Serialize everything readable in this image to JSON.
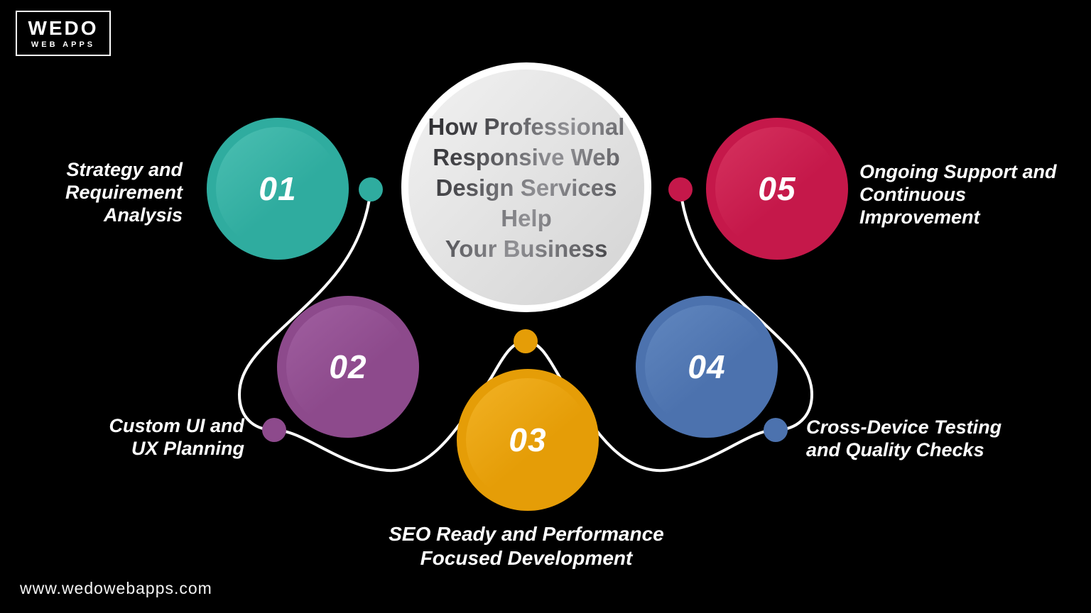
{
  "brand": {
    "line1": "WEDO",
    "line2": "WEB APPS"
  },
  "center": {
    "title_lines": [
      "How Professional",
      "Responsive Web",
      "Design Services Help",
      "Your Business"
    ]
  },
  "steps": [
    {
      "number": "01",
      "color": "#2FAC9F",
      "color_light": "#4CBFB2",
      "label_lines": [
        "Strategy and",
        "Requirement",
        "Analysis"
      ]
    },
    {
      "number": "02",
      "color": "#8D4A8C",
      "color_light": "#A05FA0",
      "label_lines": [
        "Custom UI and",
        "UX Planning"
      ]
    },
    {
      "number": "03",
      "color": "#E59D07",
      "color_light": "#F2B225",
      "label_lines": [
        "SEO Ready and Performance",
        "Focused Development"
      ]
    },
    {
      "number": "04",
      "color": "#4C72AE",
      "color_light": "#6187BF",
      "label_lines": [
        "Cross-Device Testing",
        "and Quality Checks"
      ]
    },
    {
      "number": "05",
      "color": "#C5184A",
      "color_light": "#D6335F",
      "label_lines": [
        "Ongoing Support and",
        "Continuous",
        "Improvement"
      ]
    }
  ],
  "footer": {
    "url": "www.wedowebapps.com"
  },
  "colors": {
    "background": "#000000",
    "connector": "#FFFFFF",
    "center_border": "#FFFFFF",
    "title_text_dark": "#232326",
    "title_text_light": "#909094"
  }
}
